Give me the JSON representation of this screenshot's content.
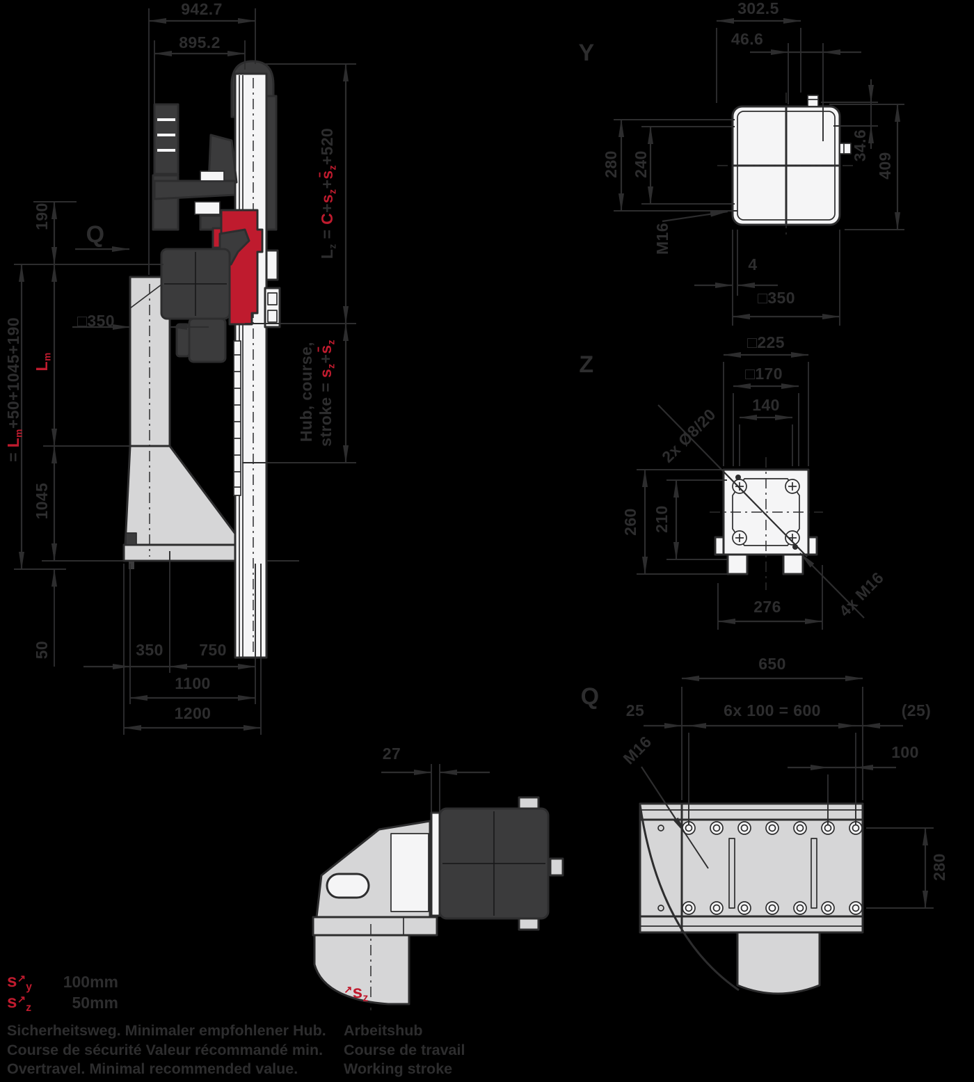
{
  "colors": {
    "red": "#bf1b2e",
    "line": "#2d2d2e",
    "background": "#000000"
  },
  "main": {
    "q_label": "Q",
    "dims": {
      "total_width": "942.7",
      "rail_width": "895.2",
      "offset_190": "190",
      "column_square": "□350",
      "h_1045": "1045",
      "h_50": "50",
      "b_350": "350",
      "b_750": "750",
      "b_1100": "1100",
      "b_1200": "1200"
    },
    "formulas": {
      "lz": [
        {
          "t": "L"
        },
        {
          "t": "z",
          "sub": true
        },
        {
          "t": " = "
        },
        {
          "t": "C",
          "red": true
        },
        {
          "t": "+"
        },
        {
          "t": "s",
          "red": true
        },
        {
          "t": "z",
          "red": true,
          "sub": true
        },
        {
          "t": "+"
        },
        {
          "t": "s̄",
          "red": true
        },
        {
          "t": "z",
          "red": true,
          "sub": true
        },
        {
          "t": "+520"
        }
      ],
      "stroke_line1": [
        {
          "t": "Hub, course,"
        }
      ],
      "stroke_line2": [
        {
          "t": "stroke = "
        },
        {
          "t": "s",
          "red": true
        },
        {
          "t": "z",
          "red": true,
          "sub": true
        },
        {
          "t": "+"
        },
        {
          "t": "s̄",
          "red": true
        },
        {
          "t": "z",
          "red": true,
          "sub": true
        }
      ],
      "total_height": [
        {
          "t": "= "
        },
        {
          "t": "L",
          "red": true
        },
        {
          "t": "m",
          "red": true,
          "sub": true
        },
        {
          "t": "+50+1045+190"
        }
      ],
      "lm": [
        {
          "t": "L",
          "red": true
        },
        {
          "t": "m",
          "red": true,
          "sub": true
        }
      ]
    }
  },
  "section_y": {
    "label": "Y",
    "dims": {
      "w_3025": "302.5",
      "w_466": "46.6",
      "h_280": "280",
      "h_240": "240",
      "thread": "M16",
      "h_346": "34.6",
      "h_409": "409",
      "wall": "4",
      "square": "□350"
    }
  },
  "section_z": {
    "label": "Z",
    "dims": {
      "sq_225": "□225",
      "sq_170": "□170",
      "w_140": "140",
      "dowels": "2x Ø8/20",
      "h_260": "260",
      "h_210": "210",
      "bolts": "4x M16",
      "w_276": "276"
    }
  },
  "view_q": {
    "label": "Q",
    "dims": {
      "w_650": "650",
      "off_25": "25",
      "pitch": "6x 100 = 600",
      "off_25r": "(25)",
      "w_100": "100",
      "thread": "M16",
      "h_280": "280"
    }
  },
  "detail": {
    "dim_27": "27",
    "symbol": [
      {
        "t": "↗",
        "red": true,
        "sup": true
      },
      {
        "t": "s",
        "red": true
      },
      {
        "t": "z",
        "red": true,
        "sub": true
      }
    ]
  },
  "legend": {
    "items": [
      {
        "symbol": [
          {
            "t": "s",
            "red": true
          },
          {
            "t": "↗",
            "red": true,
            "sup": true
          },
          {
            "t": "y",
            "red": true,
            "sub": true
          }
        ],
        "value": "100mm"
      },
      {
        "symbol": [
          {
            "t": "s",
            "red": true
          },
          {
            "t": "↗",
            "red": true,
            "sup": true
          },
          {
            "t": "z",
            "red": true,
            "sub": true
          }
        ],
        "value": "50mm"
      }
    ],
    "col1_lines": [
      "Sicherheitsweg. Minimaler empfohlener Hub.",
      "Course de sécurité Valeur récommandé min.",
      "Overtravel. Minimal recommended value."
    ],
    "col2_lines": [
      "Arbeitshub",
      "Course de travail",
      "Working stroke"
    ]
  }
}
